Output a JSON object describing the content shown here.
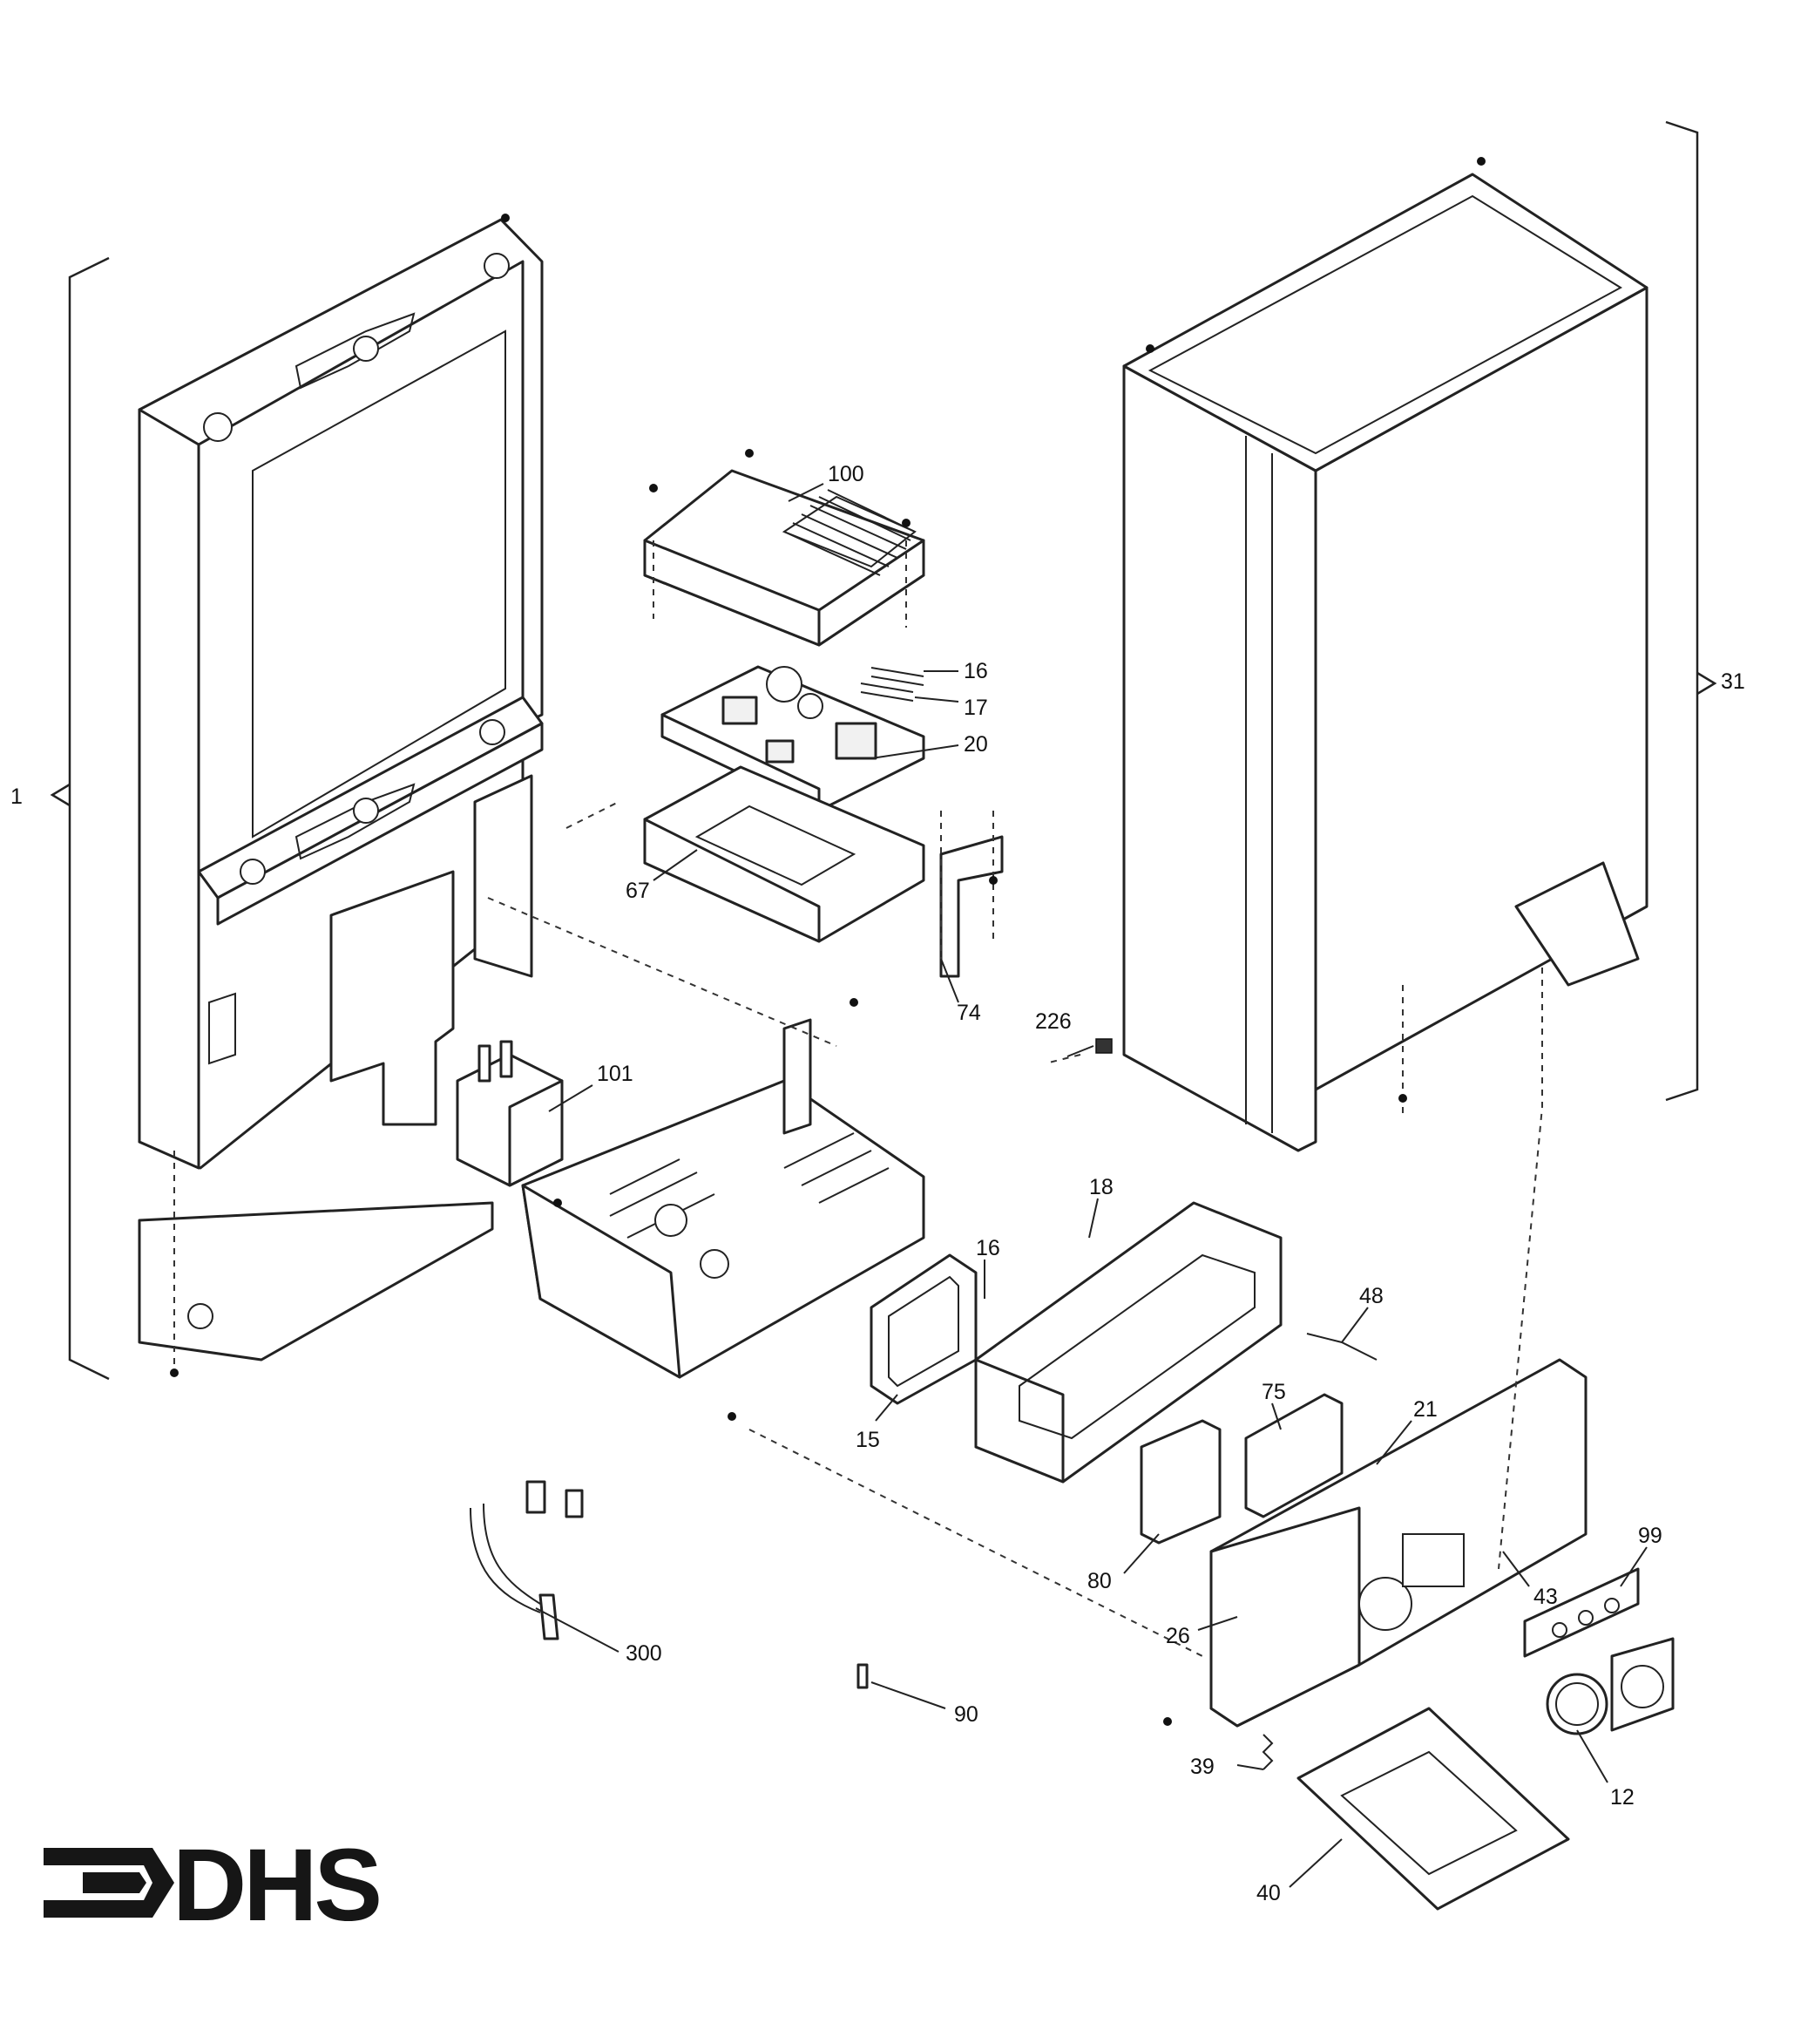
{
  "logo": {
    "text": "DHS"
  },
  "callouts": [
    {
      "id": "c-1",
      "label": "1"
    },
    {
      "id": "c-100",
      "label": "100"
    },
    {
      "id": "c-16a",
      "label": "16"
    },
    {
      "id": "c-17",
      "label": "17"
    },
    {
      "id": "c-20",
      "label": "20"
    },
    {
      "id": "c-31",
      "label": "31"
    },
    {
      "id": "c-67",
      "label": "67"
    },
    {
      "id": "c-74",
      "label": "74"
    },
    {
      "id": "c-226",
      "label": "226"
    },
    {
      "id": "c-101",
      "label": "101"
    },
    {
      "id": "c-18",
      "label": "18"
    },
    {
      "id": "c-16b",
      "label": "16"
    },
    {
      "id": "c-48",
      "label": "48"
    },
    {
      "id": "c-75",
      "label": "75"
    },
    {
      "id": "c-21",
      "label": "21"
    },
    {
      "id": "c-15",
      "label": "15"
    },
    {
      "id": "c-99",
      "label": "99"
    },
    {
      "id": "c-43",
      "label": "43"
    },
    {
      "id": "c-80",
      "label": "80"
    },
    {
      "id": "c-26",
      "label": "26"
    },
    {
      "id": "c-300",
      "label": "300"
    },
    {
      "id": "c-90",
      "label": "90"
    },
    {
      "id": "c-39",
      "label": "39"
    },
    {
      "id": "c-12",
      "label": "12"
    },
    {
      "id": "c-40",
      "label": "40"
    }
  ]
}
